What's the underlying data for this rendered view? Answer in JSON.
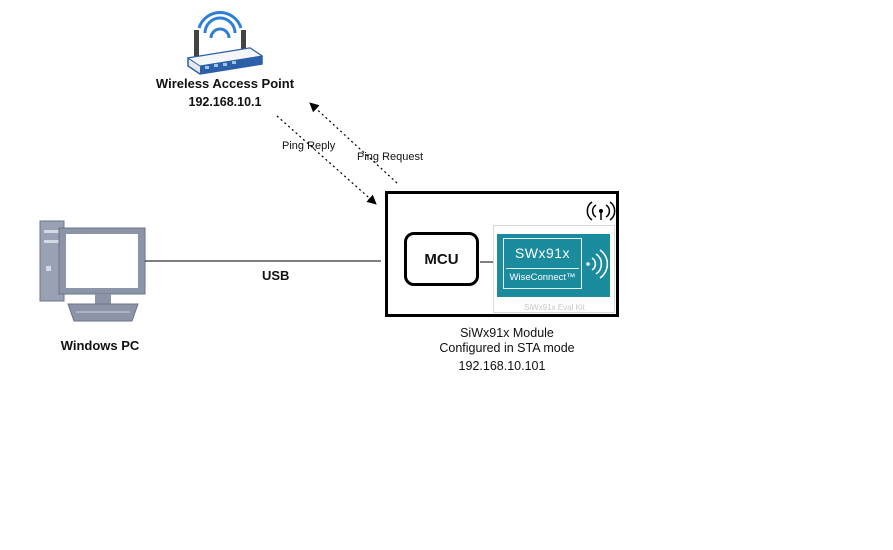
{
  "access_point": {
    "title": "Wireless Access Point",
    "ip": "192.168.10.1",
    "icon": "wireless-router-icon"
  },
  "links": {
    "ping_reply": "Ping Reply",
    "ping_request": "Ping Request",
    "usb": "USB"
  },
  "pc": {
    "label": "Windows PC",
    "icon": "desktop-computer-icon"
  },
  "module": {
    "name": "SiWx91x Module",
    "mode": "Configured in STA mode",
    "ip": "192.168.10.101",
    "mcu_label": "MCU",
    "chip_name": "SWx91x",
    "chip_sub": "WiseConnect™",
    "kit_label": "SiWx91x Eval Kit",
    "antenna_icon": "wireless-signal-icon"
  },
  "colors": {
    "chip": "#1b8b9e",
    "router_blue": "#2b5fa8",
    "wifi_blue": "#2f7fd8",
    "pc_gray": "#8c94a8"
  }
}
